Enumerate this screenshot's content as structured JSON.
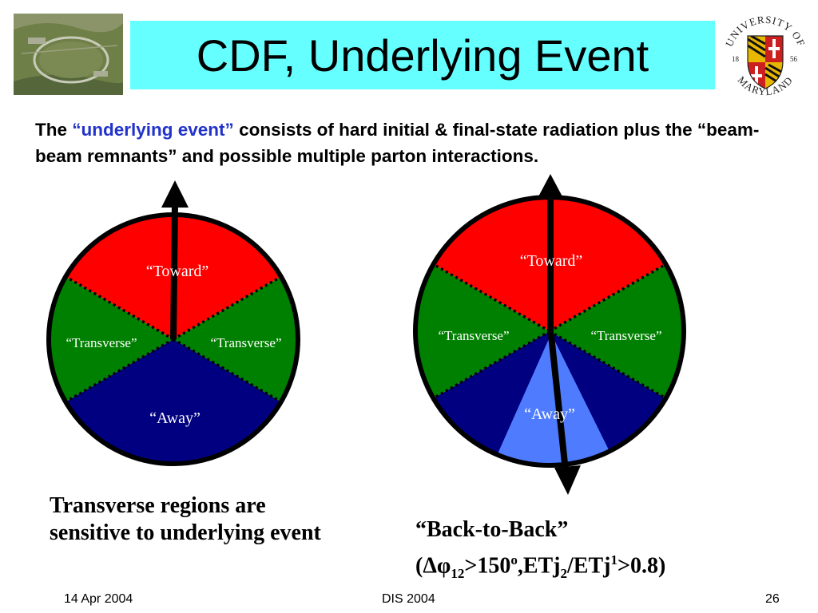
{
  "slide": {
    "title": "CDF, Underlying Event",
    "intro": {
      "prefix": "The ",
      "highlight": "“underlying event”",
      "suffix": " consists of hard initial & final-state radiation plus the “beam-beam remnants” and possible multiple parton interactions."
    },
    "seal_text": {
      "top": "UNIVERSITY OF",
      "bottom": "MARYLAND",
      "year_left": "18",
      "year_right": "56"
    },
    "diagram_left": {
      "toward": "“Toward”",
      "transverse_left": "“Transverse”",
      "transverse_right": "“Transverse”",
      "away": "“Away”"
    },
    "diagram_right": {
      "toward": "“Toward”",
      "transverse_left": "“Transverse”",
      "transverse_right": "“Transverse”",
      "away": "“Away”"
    },
    "note_left": "Transverse regions are sensitive to underlying event",
    "note_right": {
      "line1": "“Back-to-Back”",
      "open": "(",
      "delta_phi": "Δφ",
      "sub12": "12",
      "gt150": ">150",
      "deg": "o",
      "etj": ",ETj",
      "sub2": "2",
      "slash_etj": "/ETj",
      "sup1": "1",
      "tail": ">0.8)"
    },
    "footer": {
      "date": "14 Apr 2004",
      "conference": "DIS 2004",
      "page": "26"
    }
  },
  "colors": {
    "title_bg": "#66ffff",
    "toward": "#ff0000",
    "transverse": "#008000",
    "away": "#000080",
    "away_highlight": "#4f7cff",
    "intro_highlight": "#2233cc"
  }
}
